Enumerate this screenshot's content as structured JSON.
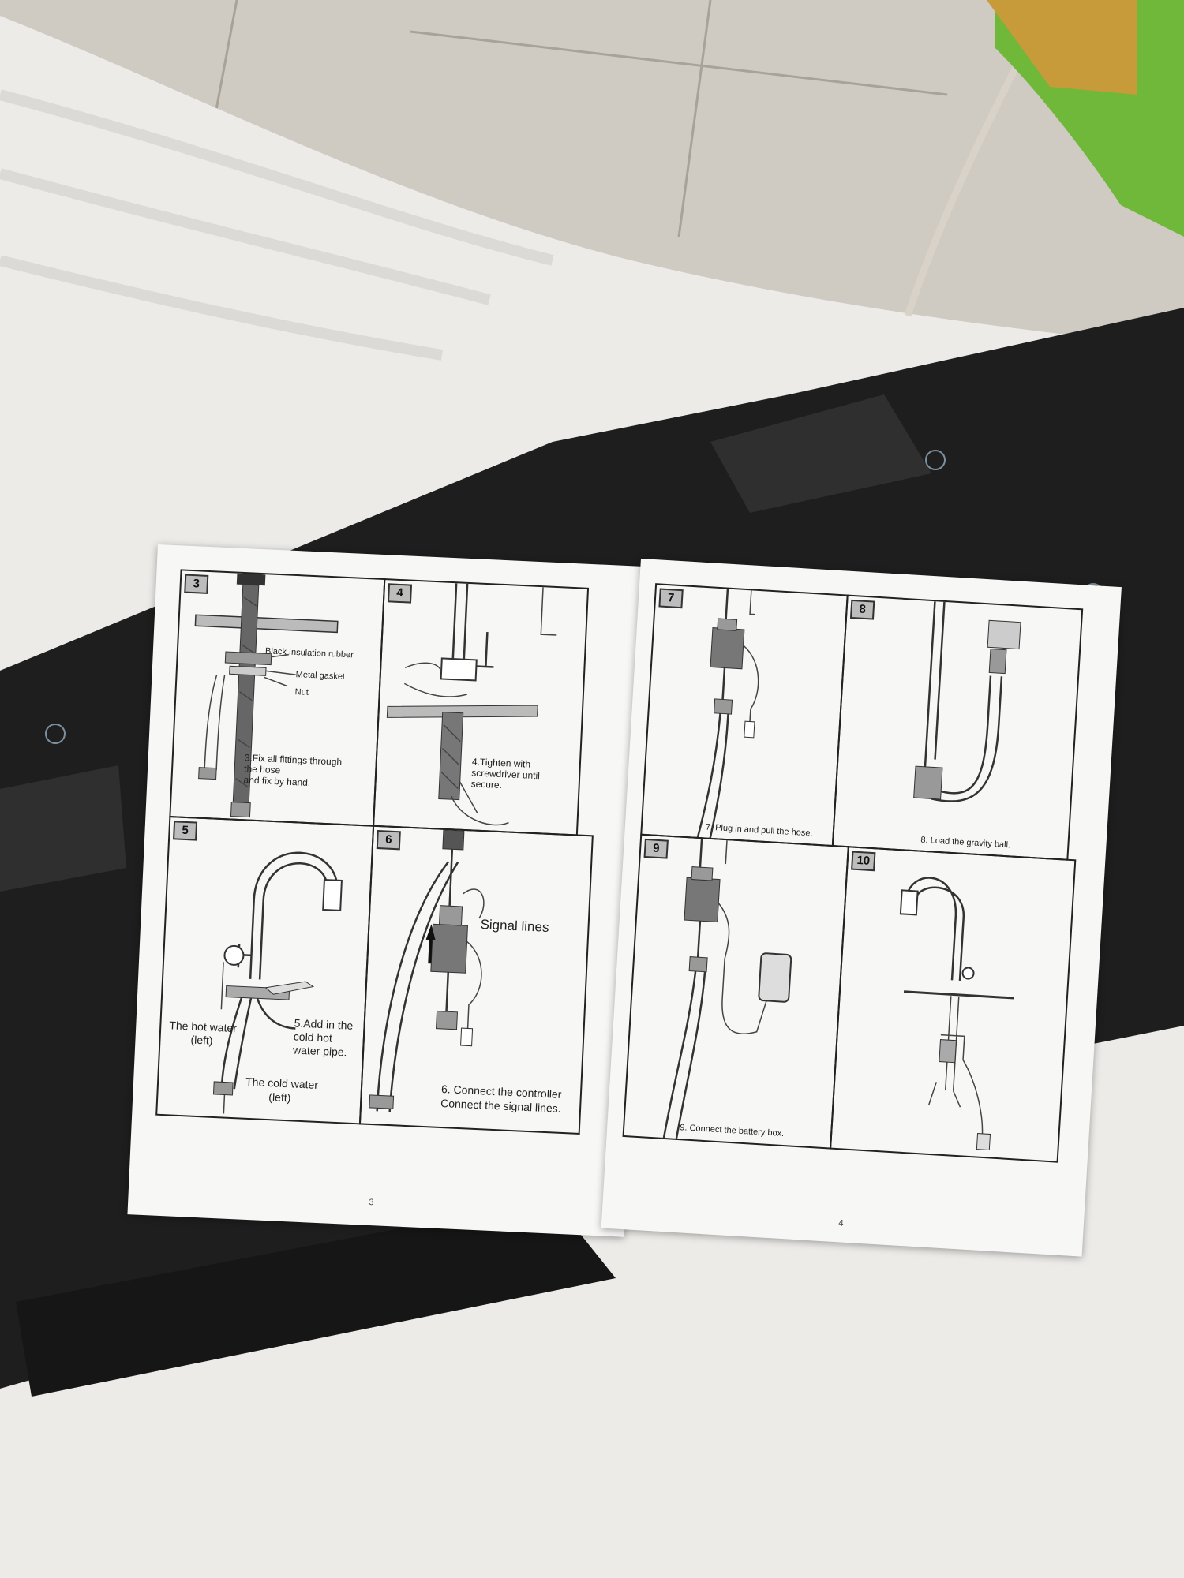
{
  "booklet": {
    "left_page": {
      "page_number": "3",
      "steps": [
        {
          "number": "3",
          "labels": [
            "Black Insulation rubber",
            "Metal gasket",
            "Nut"
          ],
          "caption_lines": [
            "3.Fix all fittings through",
            "the hose",
            "and fix by hand."
          ]
        },
        {
          "number": "4",
          "caption_lines": [
            "4.Tighten with",
            "screwdriver until",
            "secure."
          ]
        },
        {
          "number": "5",
          "caption_lines": [
            "5.Add in the",
            "cold hot",
            "water pipe."
          ],
          "labels": [
            "The hot water",
            "(left)",
            "The cold water",
            "(left)"
          ]
        },
        {
          "number": "6",
          "labels": [
            "Signal lines"
          ],
          "caption_lines": [
            "6. Connect the controller",
            "Connect the signal lines."
          ]
        }
      ]
    },
    "right_page": {
      "page_number": "4",
      "steps": [
        {
          "number": "7",
          "caption": "7. Plug in and pull the hose."
        },
        {
          "number": "8",
          "caption": "8. Load the gravity ball."
        },
        {
          "number": "9",
          "caption": "9. Connect the battery box."
        },
        {
          "number": "10"
        }
      ]
    }
  },
  "colors": {
    "floor": "#cfcac2",
    "foam": "#e9e8e6",
    "pipe_insulation": "#1e1e1e",
    "paper": "#f7f7f5",
    "badge": "#bdbdbd"
  }
}
